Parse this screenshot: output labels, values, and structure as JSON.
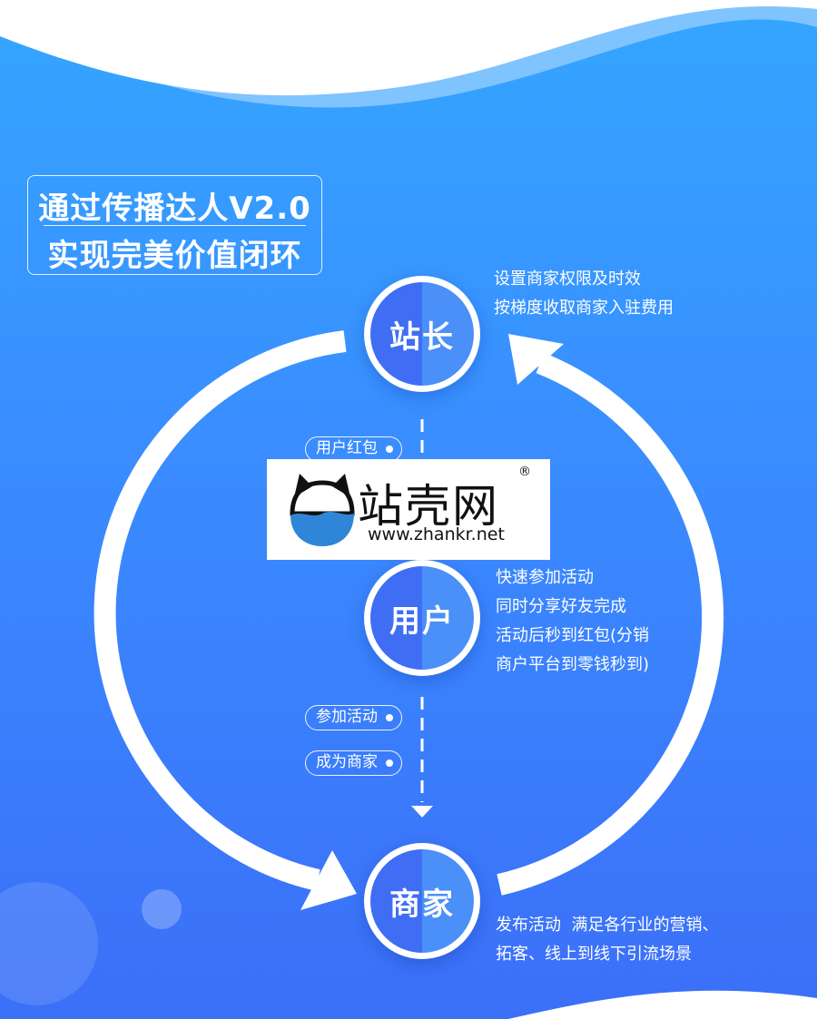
{
  "title": {
    "line1": "通过传播达人V2.0",
    "line2": "实现完美价值闭环"
  },
  "nodes": {
    "station_owner": "站长",
    "user": "用户",
    "merchant": "商家"
  },
  "descriptions": {
    "station_owner": [
      "设置商家权限及时效",
      "按梯度收取商家入驻费用"
    ],
    "user": [
      "快速参加活动",
      "同时分享好友完成",
      "活动后秒到红包(分销",
      "商户平台到零钱秒到)"
    ],
    "merchant": [
      "发布活动  满足各行业的营销、",
      "拓客、线上到线下引流场景"
    ]
  },
  "flow_tags": {
    "red_packet": "用户红包",
    "join_activity": "参加活动",
    "become_merchant": "成为商家"
  },
  "watermark": {
    "name": "站壳网",
    "url": "www.zhankr.net",
    "registered_mark": "®",
    "logo_icon": "cat-icon"
  },
  "colors": {
    "bg_top": "#34a6ff",
    "bg_bottom": "#3b6ff8",
    "node_dark": "#3f6ef5",
    "node_light": "#4b8ff8",
    "logo_water": "#2f86d8"
  }
}
